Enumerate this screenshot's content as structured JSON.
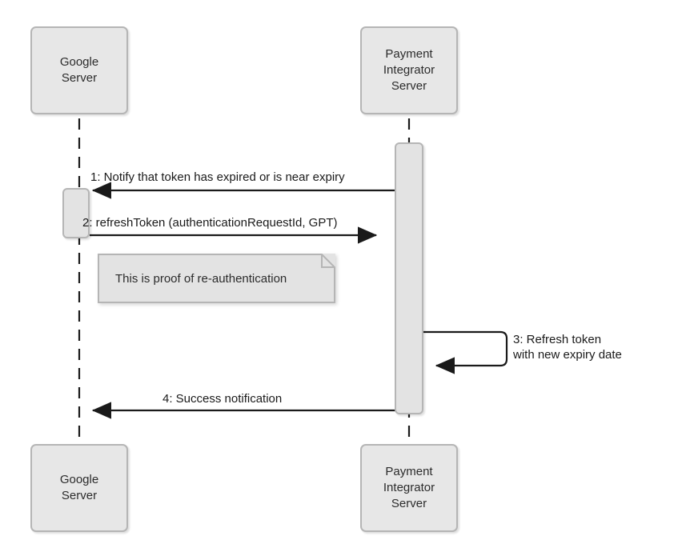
{
  "diagram": {
    "type": "uml-sequence-diagram",
    "colors": {
      "box_fill": "#e7e7e7",
      "box_border": "#b5b5b5",
      "line": "#1a1a1a",
      "note_fill": "#e3e3e3",
      "background": "#ffffff"
    },
    "participants": [
      {
        "id": "google-server",
        "label": "Google\nServer"
      },
      {
        "id": "payment-integrator-server",
        "label": "Payment\nIntegrator\nServer"
      }
    ],
    "footers": [
      {
        "id": "google-server-footer",
        "label": "Google\nServer"
      },
      {
        "id": "payment-integrator-server-footer",
        "label": "Payment\nIntegrator\nServer"
      }
    ],
    "messages": [
      {
        "number": "1",
        "label": "1: Notify that token has expired or is near expiry",
        "from": "payment-integrator-server",
        "to": "google-server",
        "direction": "right-to-left"
      },
      {
        "number": "2",
        "label": "2: refreshToken (authenticationRequestId, GPT)",
        "from": "google-server",
        "to": "payment-integrator-server",
        "direction": "left-to-right"
      },
      {
        "number": "3",
        "label": "3: Refresh token\nwith new expiry date",
        "from": "payment-integrator-server",
        "to": "payment-integrator-server",
        "direction": "self-call"
      },
      {
        "number": "4",
        "label": "4: Success notification",
        "from": "payment-integrator-server",
        "to": "google-server",
        "direction": "right-to-left"
      }
    ],
    "notes": [
      {
        "id": "reauthentication-note",
        "label": "This is proof of re-authentication",
        "attached_to": "google-server"
      }
    ]
  }
}
